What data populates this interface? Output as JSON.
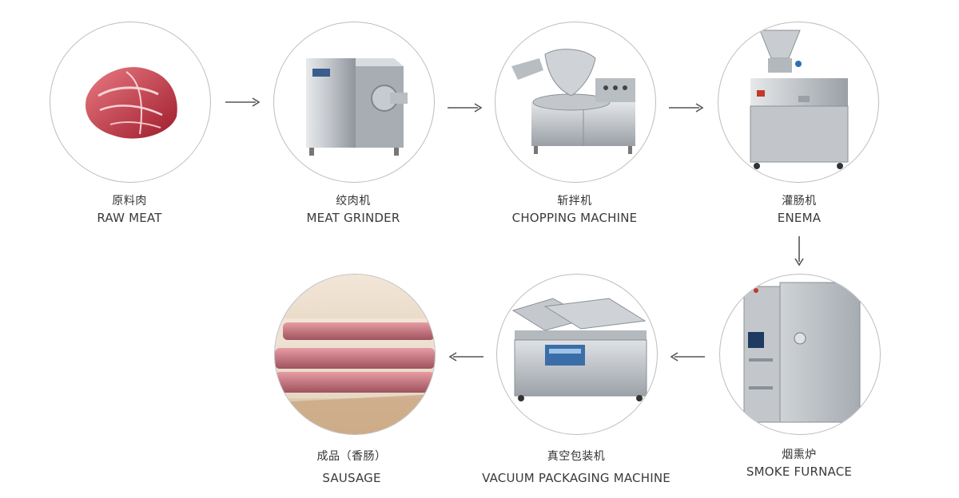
{
  "steps": [
    {
      "cn": "原料肉",
      "en": "RAW MEAT",
      "icon": "raw-meat-image"
    },
    {
      "cn": "绞肉机",
      "en": "MEAT GRINDER",
      "icon": "meat-grinder-image"
    },
    {
      "cn": "斩拌机",
      "en": "CHOPPING MACHINE",
      "icon": "chopping-machine-image"
    },
    {
      "cn": "灌肠机",
      "en": "ENEMA",
      "icon": "enema-machine-image"
    },
    {
      "cn": "烟熏炉",
      "en": "SMOKE FURNACE",
      "icon": "smoke-furnace-image"
    },
    {
      "cn": "真空包装机",
      "en": "VACUUM PACKAGING MACHINE",
      "icon": "vacuum-packaging-machine-image"
    },
    {
      "cn": "成品（香肠）",
      "en": "SAUSAGE",
      "icon": "sausage-image"
    }
  ],
  "colors": {
    "circle_border": "#bdbdbd",
    "arrow": "#555555",
    "steel": "#c9ccd0",
    "meat": "#b5283a"
  }
}
